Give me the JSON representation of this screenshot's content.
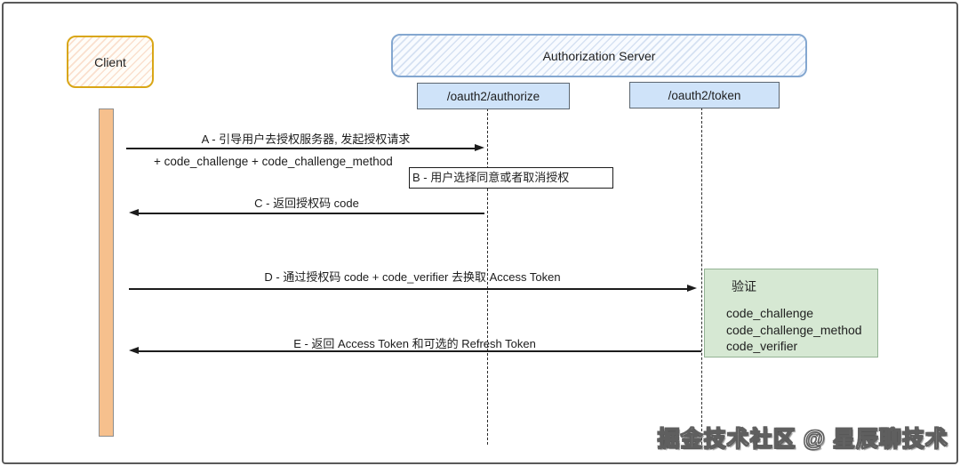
{
  "diagram_title": "OAuth2 PKCE authorization code flow sequence diagram",
  "actors": {
    "client": {
      "label": "Client"
    },
    "auth_server": {
      "label": "Authorization Server"
    },
    "authorize_endpoint": {
      "label": "/oauth2/authorize"
    },
    "token_endpoint": {
      "label": "/oauth2/token"
    }
  },
  "messages": [
    {
      "id": "A",
      "label": "A - 引导用户去授权服务器, 发起授权请求",
      "sublabel": "+ code_challenge + code_challenge_method",
      "from": "Client",
      "to": "/oauth2/authorize",
      "direction": "right"
    },
    {
      "id": "B",
      "label": "B - 用户选择同意或者取消授权",
      "type": "note",
      "at": "/oauth2/authorize"
    },
    {
      "id": "C",
      "label": "C - 返回授权码 code",
      "from": "/oauth2/authorize",
      "to": "Client",
      "direction": "left"
    },
    {
      "id": "D",
      "label": "D - 通过授权码 code + code_verifier 去换取 Access Token",
      "from": "Client",
      "to": "/oauth2/token",
      "direction": "right"
    },
    {
      "id": "E",
      "label": "E - 返回 Access Token 和可选的 Refresh Token",
      "from": "/oauth2/token",
      "to": "Client",
      "direction": "left"
    }
  ],
  "validation_box": {
    "title": "验证",
    "items": [
      "code_challenge",
      "code_challenge_method",
      "code_verifier"
    ]
  },
  "watermark": "掘金技术社区 @ 星辰聊技术",
  "colors": {
    "client_border": "#d9a616",
    "client_hatch": "#f2b08a",
    "auth_server_border": "#84a7d0",
    "auth_server_hatch": "#84a4d4",
    "endpoint_fill": "#cfe3f9",
    "endpoint_border": "#5c6670",
    "activation_fill": "#f6c08d",
    "activation_border": "#8d8d8d",
    "verify_fill": "#d6e8d3",
    "verify_border": "#94b394",
    "line_color": "#1c1c1c",
    "frame_border": "#5a5a5a",
    "watermark_text": "#ffffff"
  }
}
